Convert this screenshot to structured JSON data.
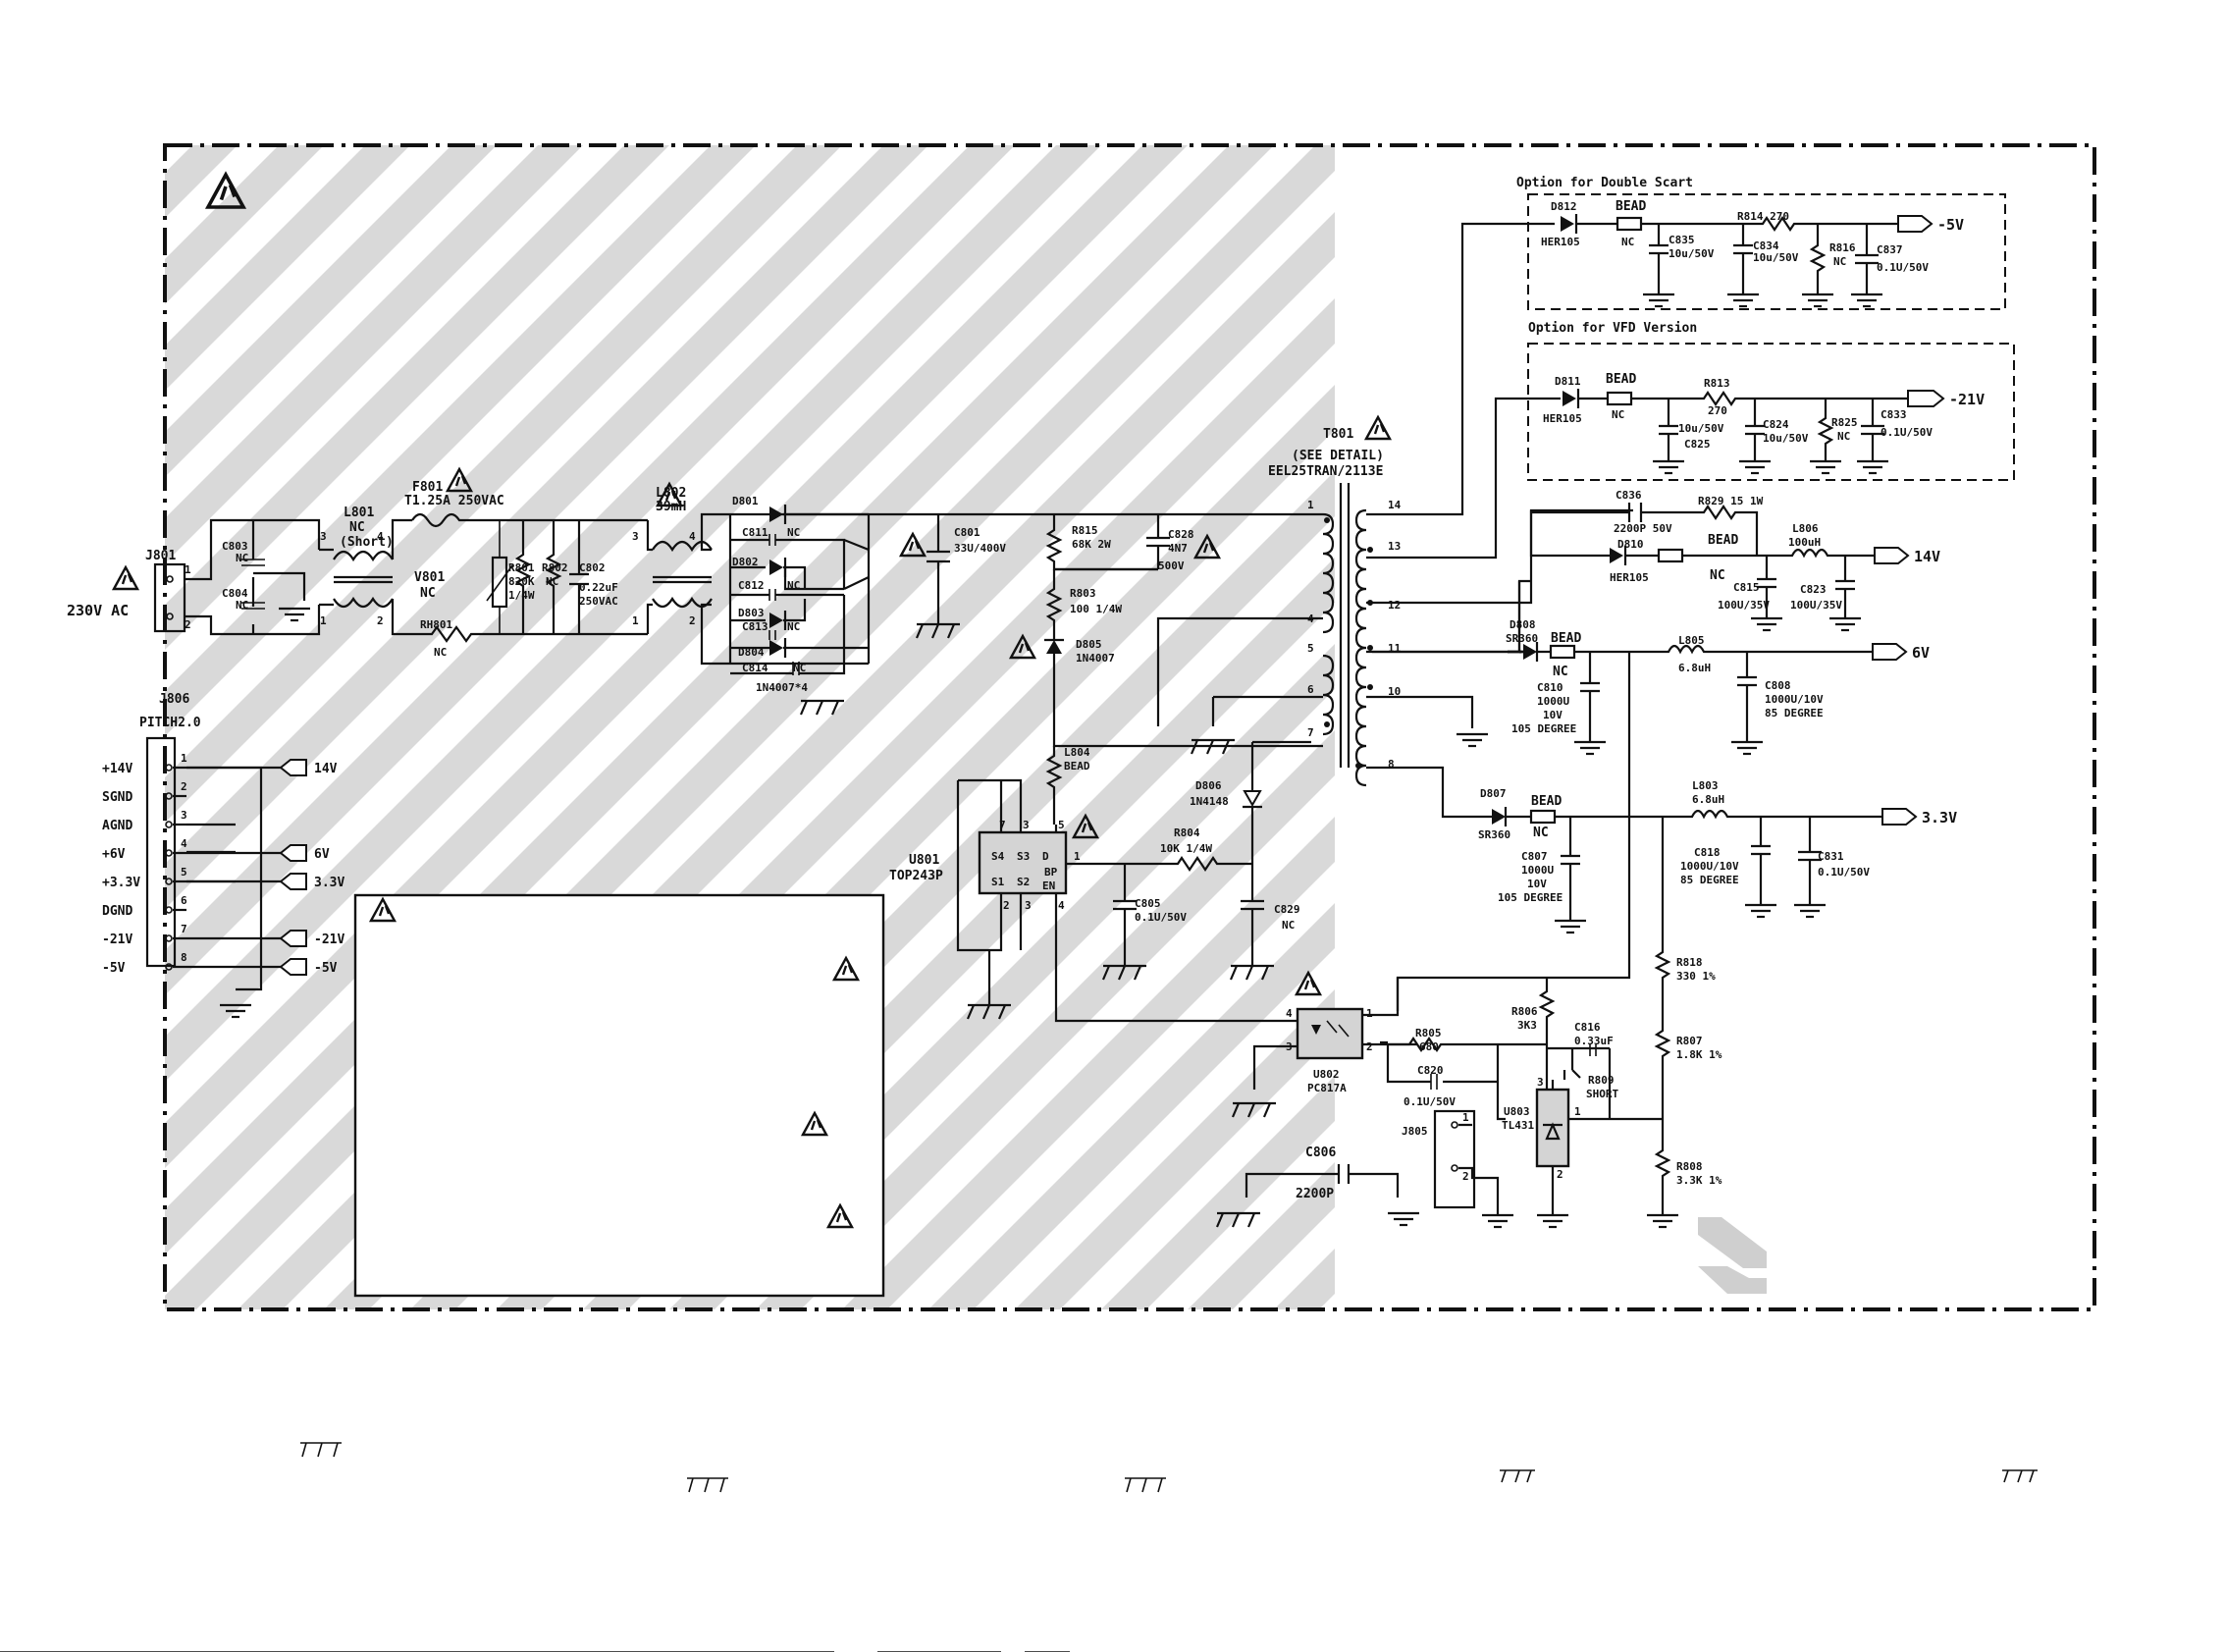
{
  "warning": {
    "symbol": "⚠",
    "meaning": "caution-triangle-icon"
  },
  "options": {
    "double_scart_title": "Option for Double Scart",
    "vfd_title": "Option for VFD Version"
  },
  "input": {
    "connector": "J801",
    "voltage": "230V AC",
    "pin1": "1",
    "pin2": "2"
  },
  "connector_j806": {
    "ref": "J806",
    "pitch": "PITCH2.0",
    "pins": [
      {
        "num": "1",
        "name": "+14V",
        "flag": "14V"
      },
      {
        "num": "2",
        "name": "SGND",
        "flag": ""
      },
      {
        "num": "3",
        "name": "AGND",
        "flag": ""
      },
      {
        "num": "4",
        "name": "+6V",
        "flag": "6V"
      },
      {
        "num": "5",
        "name": "+3.3V",
        "flag": "3.3V"
      },
      {
        "num": "6",
        "name": "DGND",
        "flag": ""
      },
      {
        "num": "7",
        "name": "-21V",
        "flag": "-21V"
      },
      {
        "num": "8",
        "name": "-5V",
        "flag": "-5V"
      }
    ]
  },
  "parts": {
    "c803": [
      "C803",
      "NC"
    ],
    "c804": [
      "C804",
      "NC"
    ],
    "l801": [
      "L801",
      "NC",
      "(Short)"
    ],
    "f801": [
      "F801",
      "T1.25A 250VAC"
    ],
    "v801": [
      "V801",
      "NC"
    ],
    "rh801": [
      "RH801",
      "NC"
    ],
    "r801": [
      "R801",
      "820K",
      "1/4W"
    ],
    "r802": [
      "R802",
      "NC"
    ],
    "c802": [
      "C802",
      "0.22uF",
      "250VAC"
    ],
    "l802": [
      "L802",
      "39mH"
    ],
    "d801": "D801",
    "c811": [
      "C811",
      "NC"
    ],
    "d802": "D802",
    "c812": [
      "C812",
      "NC"
    ],
    "d803": "D803",
    "c813": [
      "C813",
      "NC"
    ],
    "d804": "D804",
    "c814": [
      "C814",
      "NC"
    ],
    "bridge": "1N4007*4",
    "c801": [
      "C801",
      "33U/400V"
    ],
    "r815": [
      "R815",
      "68K 2W"
    ],
    "c828": [
      "C828",
      "4N7",
      "500V"
    ],
    "r803": [
      "R803",
      "100 1/4W"
    ],
    "d805": [
      "D805",
      "1N4007"
    ],
    "l804": [
      "L804",
      "BEAD"
    ],
    "u801": [
      "U801",
      "TOP243P"
    ],
    "u801_pins": {
      "s4": "S4",
      "s3": "S3",
      "d": "D",
      "bp": "BP",
      "s1": "S1",
      "s2": "S2",
      "en": "EN",
      "p7": "7",
      "p3": "3",
      "p5": "5",
      "p1": "1",
      "p2": "2",
      "p4": "4"
    },
    "r804": [
      "R804",
      "10K 1/4W"
    ],
    "d806": [
      "D806",
      "1N4148"
    ],
    "c805": [
      "C805",
      "0.1U/50V"
    ],
    "c829": [
      "C829",
      "NC"
    ],
    "t801": [
      "T801",
      "(SEE DETAIL)",
      "EEL25TRAN/2113E"
    ],
    "t801_pins": [
      "1",
      "4",
      "5",
      "6",
      "7",
      "14",
      "13",
      "12",
      "11",
      "10",
      "8"
    ],
    "d812": [
      "D812",
      "HER105"
    ],
    "bead1": [
      "BEAD",
      "NC"
    ],
    "r814": "R814 270",
    "c835": [
      "C835",
      "10u/50V"
    ],
    "c834": [
      "C834",
      "10u/50V"
    ],
    "r816": [
      "R816",
      "NC"
    ],
    "c837": [
      "C837",
      "0.1U/50V"
    ],
    "d811": [
      "D811",
      "HER105"
    ],
    "bead2": [
      "BEAD",
      "NC"
    ],
    "r813": [
      "R813",
      "270"
    ],
    "c825": [
      "10u/50V",
      "C825"
    ],
    "c824": [
      "C824",
      "10u/50V"
    ],
    "r825": [
      "R825",
      "NC"
    ],
    "c833": [
      "C833",
      "0.1U/50V"
    ],
    "c836": [
      "C836",
      "2200P 50V"
    ],
    "r829": "R829 15 1W",
    "d810": [
      "D810",
      "HER105"
    ],
    "bead3": [
      "BEAD",
      "NC"
    ],
    "l806": [
      "L806",
      "100uH"
    ],
    "c815": [
      "C815",
      "100U/35V"
    ],
    "c823": [
      "C823",
      "100U/35V"
    ],
    "d808": [
      "D808",
      "SR360"
    ],
    "bead4": [
      "BEAD",
      "NC"
    ],
    "c810": [
      "C810",
      "1000U",
      "10V",
      "105 DEGREE"
    ],
    "l805": [
      "L805",
      "6.8uH"
    ],
    "c808": [
      "C808",
      "1000U/10V",
      "85 DEGREE"
    ],
    "d807": [
      "D807",
      "SR360"
    ],
    "bead5": [
      "BEAD",
      "NC"
    ],
    "c807": [
      "C807",
      "1000U",
      "10V",
      "105 DEGREE"
    ],
    "l803": [
      "L803",
      "6.8uH"
    ],
    "c818": [
      "C818",
      "1000U/10V",
      "85 DEGREE"
    ],
    "c831": [
      "C831",
      "0.1U/50V"
    ],
    "r818": [
      "R818",
      "330 1%"
    ],
    "r807": [
      "R807",
      "1.8K 1%"
    ],
    "r808": [
      "R808",
      "3.3K 1%"
    ],
    "r806": [
      "R806",
      "3K3"
    ],
    "c816": [
      "C816",
      "0.33uF"
    ],
    "r805": [
      "R805",
      "680"
    ],
    "c820": [
      "C820",
      "0.1U/50V"
    ],
    "r809": [
      "R809",
      "SHORT"
    ],
    "u803": [
      "U803",
      "TL431"
    ],
    "u802": [
      "U802",
      "PC817A"
    ],
    "j805": "J805",
    "c806": [
      "C806",
      "2200P"
    ]
  },
  "outputs": {
    "m5": "-5V",
    "m21": "-21V",
    "p14": "14V",
    "p6": "6V",
    "p33": "3.3V"
  },
  "pin_nums": {
    "one": "1",
    "two": "2",
    "three": "3",
    "four": "4"
  }
}
